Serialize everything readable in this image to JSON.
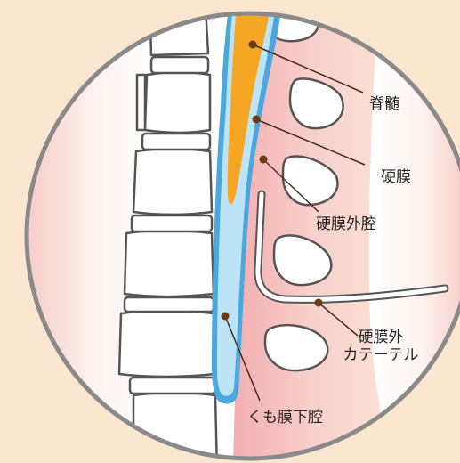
{
  "labels": {
    "spinal_cord": "脊髄",
    "dura": "硬膜",
    "epidural_space": "硬膜外腔",
    "epidural_catheter_line1": "硬膜外",
    "epidural_catheter_line2": "カテーテル",
    "subarachnoid_space": "くも膜下腔"
  },
  "colors": {
    "background": "#fbe7cf",
    "circle_border": "#8a8a8a",
    "spinal_cord": "#f5a623",
    "dura": "#4aa8df",
    "subarachnoid_fill": "#bde3f7",
    "epidural_pink": "#f4b9b9",
    "bone_stroke": "#555555",
    "leader_line": "#4a2a12"
  }
}
